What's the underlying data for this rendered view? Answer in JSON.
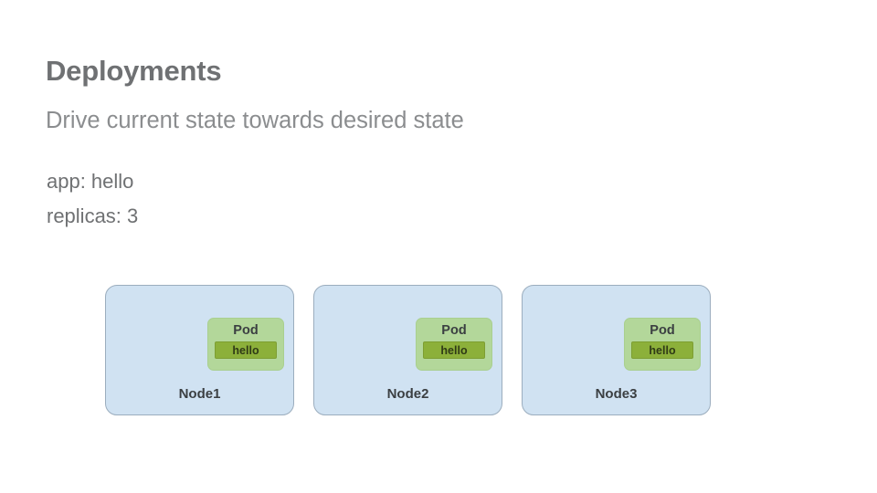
{
  "slide": {
    "title": "Deployments",
    "subtitle": "Drive current state towards desired state",
    "spec": {
      "app_line": "app: hello",
      "replicas_line": "replicas: 3"
    },
    "colors": {
      "title_gray": "#6f7173",
      "subtitle_gray": "#8b8d8f",
      "node_fill": "#d0e2f2",
      "node_border": "#9badbe",
      "pod_fill": "#b3d79a",
      "container_fill": "#8cb03a",
      "label_dark": "#3b3f42"
    },
    "nodes": [
      {
        "label": "Node1",
        "pod": {
          "title": "Pod",
          "container": "hello"
        }
      },
      {
        "label": "Node2",
        "pod": {
          "title": "Pod",
          "container": "hello"
        }
      },
      {
        "label": "Node3",
        "pod": {
          "title": "Pod",
          "container": "hello"
        }
      }
    ]
  }
}
